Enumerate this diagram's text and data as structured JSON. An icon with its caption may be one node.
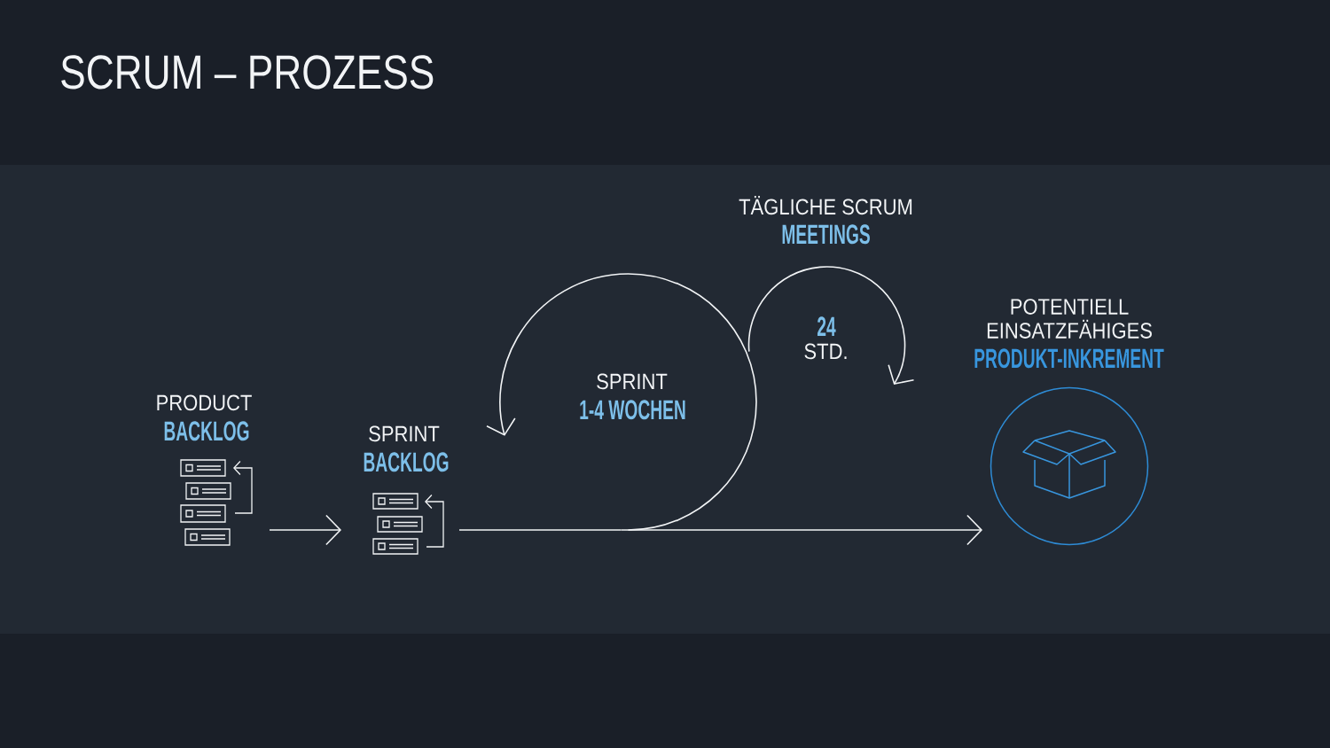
{
  "diagram": {
    "title": "SCRUM – PROZESS",
    "nodes": [
      {
        "text": [
          "PRODUCT",
          "BACKLOG"
        ]
      },
      {
        "text": [
          "SPRINT",
          "BACKLOG"
        ]
      },
      {
        "text": [
          "SPRINT",
          "1-4 WOCHEN"
        ]
      },
      {
        "text": [
          "TÄGLICHE SCRUM",
          "MEETINGS",
          "24",
          "STD."
        ]
      },
      {
        "text": [
          "POTENTIELL EINSATZFÄHIGES",
          "PRODUKT-INKREMENT"
        ]
      }
    ],
    "edges": [
      {
        "from": 0,
        "to": 1,
        "arrow": "to"
      },
      {
        "from": 1,
        "to": 2,
        "arrow": "none"
      },
      {
        "from": 2,
        "to": 4,
        "arrow": "to"
      }
    ]
  }
}
